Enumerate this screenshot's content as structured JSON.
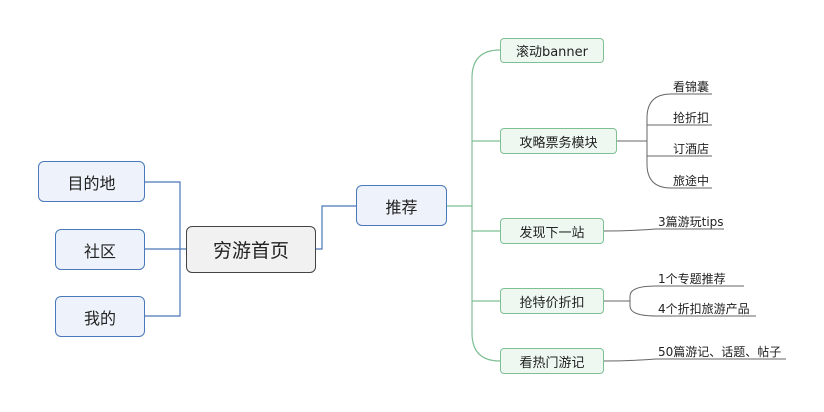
{
  "root": {
    "label": "穷游首页"
  },
  "left_nodes": [
    "目的地",
    "社区",
    "我的"
  ],
  "center": {
    "label": "推荐"
  },
  "branches": [
    {
      "label": "滚动banner",
      "children": []
    },
    {
      "label": "攻略票务模块",
      "children": [
        "看锦囊",
        "抢折扣",
        "订酒店",
        "旅途中"
      ]
    },
    {
      "label": "发现下一站",
      "children": [
        "3篇游玩tips"
      ]
    },
    {
      "label": "抢特价折扣",
      "children": [
        "1个专题推荐",
        "4个折扣旅游产品"
      ]
    },
    {
      "label": "看热门游记",
      "children": [
        "50篇游记、话题、帖子"
      ]
    }
  ],
  "colors": {
    "blue_border": "#4a78b8",
    "green_border": "#7fbf94",
    "leaf_line": "#666666"
  }
}
